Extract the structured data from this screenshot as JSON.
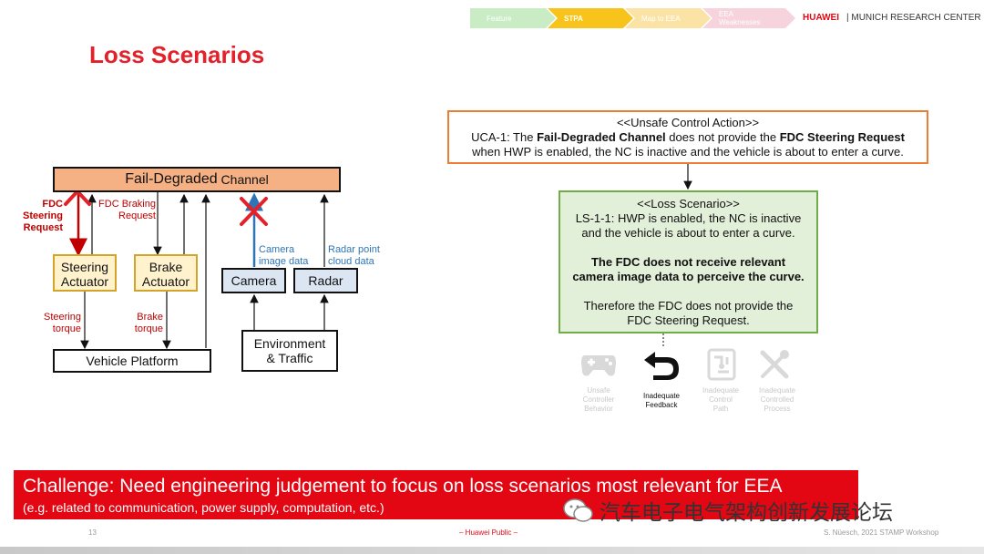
{
  "header": {
    "breadcrumb": [
      {
        "label": "Feature",
        "color": "#c9ecc5",
        "text_color": "#ffffff"
      },
      {
        "label": "STPA",
        "color": "#f8c41c",
        "text_color": "#ffffff"
      },
      {
        "label": "Map to EEA",
        "color": "#fbe3a6",
        "text_color": "#ffffff"
      },
      {
        "label": "EEA Weaknesses",
        "color": "#f6d3dd",
        "text_color": "#ffffff"
      }
    ],
    "brand": "HUAWEI",
    "brand_color": "#e30613",
    "org": "| MUNICH RESEARCH CENTER"
  },
  "title": "Loss Scenarios",
  "left_diagram": {
    "channel": {
      "main": "Fail-Degraded",
      "suffix": " Channel"
    },
    "steering_actuator": [
      "Steering",
      "Actuator"
    ],
    "brake_actuator": [
      "Brake",
      "Actuator"
    ],
    "camera": "Camera",
    "radar": "Radar",
    "vehicle_platform": "Vehicle Platform",
    "environment": [
      "Environment",
      "& Traffic"
    ],
    "labels": {
      "fdc_steering": [
        "FDC",
        "Steering",
        "Request"
      ],
      "fdc_braking": [
        "FDC Braking",
        "Request"
      ],
      "camera_data": [
        "Camera",
        "image data"
      ],
      "radar_data": [
        "Radar point",
        "cloud data"
      ],
      "steering_torque": [
        "Steering",
        "torque"
      ],
      "brake_torque": [
        "Brake",
        "torque"
      ]
    }
  },
  "uca": {
    "header": "<<Unsafe Control Action>>",
    "prefix": "UCA-1: The ",
    "bold1": "Fail-Degraded Channel",
    "mid": " does not provide the ",
    "bold2": "FDC Steering Request",
    "line2": "when HWP is enabled, the NC is inactive and the vehicle is about to enter a curve."
  },
  "loss_scenario": {
    "header": "<<Loss Scenario>>",
    "line1": "LS-1-1: HWP is enabled, the NC is inactive",
    "line2": "and the vehicle is about to enter a curve.",
    "bold1": "The FDC does not receive relevant",
    "bold2": "camera image data to perceive the curve.",
    "line3": "Therefore the FDC does not provide the",
    "line4": "FDC Steering Request."
  },
  "categories": [
    {
      "icon": "gamepad-icon",
      "label": [
        "Unsafe",
        "Controller",
        "Behavior"
      ],
      "active": false
    },
    {
      "icon": "return-arrow-icon",
      "label": [
        "Inadequate",
        "Feedback"
      ],
      "active": true
    },
    {
      "icon": "circuit-icon",
      "label": [
        "Inadequate",
        "Control",
        "Path"
      ],
      "active": false
    },
    {
      "icon": "tools-icon",
      "label": [
        "Inadequate",
        "Controlled",
        "Process"
      ],
      "active": false
    }
  ],
  "challenge": {
    "main": "Challenge: Need engineering judgement to focus on loss scenarios most relevant for EEA",
    "sub": "(e.g. related to communication, power supply, computation, etc.)"
  },
  "footer": {
    "page": "13",
    "classification": "– Huawei Public –",
    "author": "S. Nüesch, 2021 STAMP Workshop"
  },
  "watermark": "汽车电子电气架构创新发展论坛"
}
